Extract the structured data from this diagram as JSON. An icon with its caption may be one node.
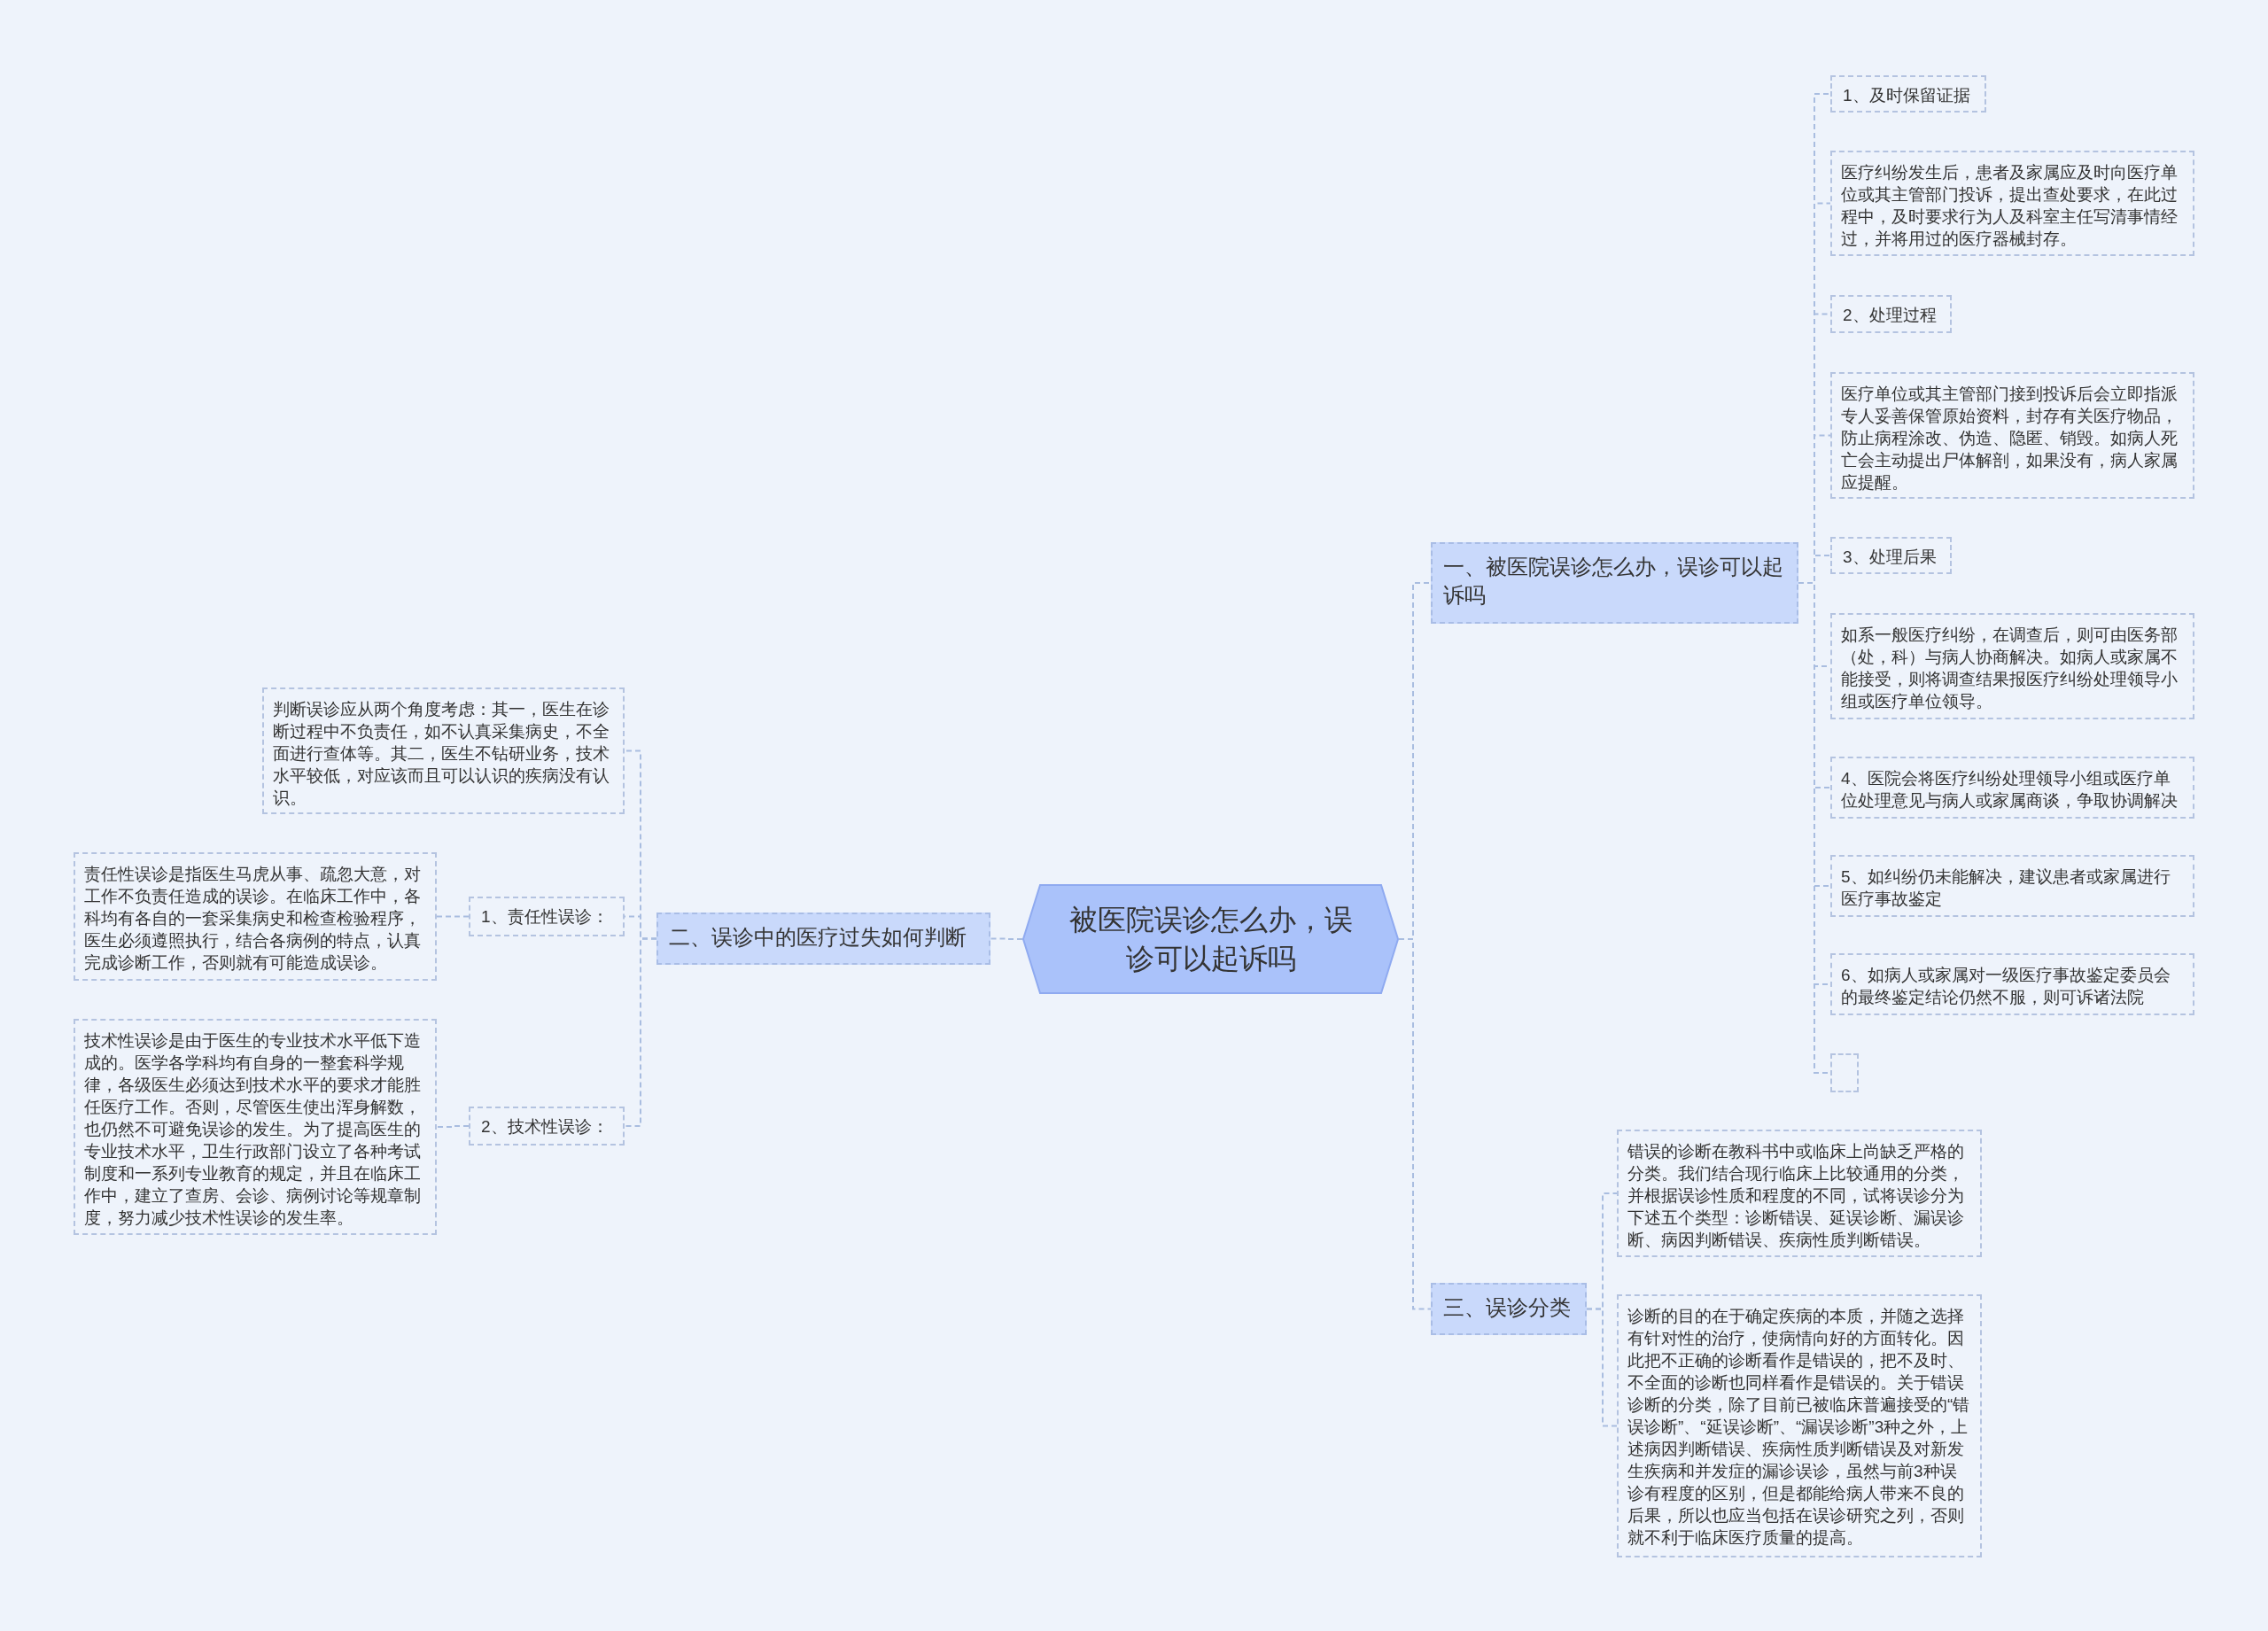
{
  "diagram": {
    "nodes": [
      {
        "text": [
          "被医院误诊怎么办，误诊可以起诉吗"
        ]
      },
      {
        "text": [
          "一、被医院误诊怎么办，误诊可以起诉吗"
        ]
      },
      {
        "text": [
          "1、及时保留证据"
        ]
      },
      {
        "text": [
          "医疗纠纷发生后，患者及家属应及时向医疗单位或其主管部门投诉，提出查处要求，在此过程中，及时要求行为人及科室主任写清事情经过，并将用过的医疗器械封存。"
        ]
      },
      {
        "text": [
          "2、处理过程"
        ]
      },
      {
        "text": [
          "医疗单位或其主管部门接到投诉后会立即指派专人妥善保管原始资料，封存有关医疗物品，防止病程涂改、伪造、隐匿、销毁。如病人死亡会主动提出尸体解剖，如果没有，病人家属应提醒。"
        ]
      },
      {
        "text": [
          "3、处理后果"
        ]
      },
      {
        "text": [
          "如系一般医疗纠纷，在调查后，则可由医务部（处，科）与病人协商解决。如病人或家属不能接受，则将调查结果报医疗纠纷处理领导小组或医疗单位领导。"
        ]
      },
      {
        "text": [
          "4、医院会将医疗纠纷处理领导小组或医疗单位处理意见与病人或家属商谈，争取协调解决"
        ]
      },
      {
        "text": [
          "5、如纠纷仍未能解决，建议患者或家属进行医疗事故鉴定"
        ]
      },
      {
        "text": [
          "6、如病人或家属对一级医疗事故鉴定委员会的最终鉴定结论仍然不服，则可诉诸法院"
        ]
      },
      {
        "text": [],
        "shape": "box"
      },
      {
        "text": [
          "二、误诊中的医疗过失如何判断"
        ]
      },
      {
        "text": [
          "判断误诊应从两个角度考虑：其一，医生在诊断过程中不负责任，如不认真采集病史，不全面进行查体等。其二，医生不钻研业务，技术水平较低，对应该而且可以认识的疾病没有认识。"
        ]
      },
      {
        "text": [
          "1、责任性误诊："
        ]
      },
      {
        "text": [
          "责任性误诊是指医生马虎从事、疏忽大意，对工作不负责任造成的误诊。在临床工作中，各科均有各自的一套采集病史和检查检验程序，医生必须遵照执行，结合各病例的特点，认真完成诊断工作，否则就有可能造成误诊。"
        ]
      },
      {
        "text": [
          "2、技术性误诊："
        ]
      },
      {
        "text": [
          "技术性误诊是由于医生的专业技术水平低下造成的。医学各学科均有自身的一整套科学规律，各级医生必须达到技术水平的要求才能胜任医疗工作。否则，尽管医生使出浑身解数，也仍然不可避免误诊的发生。为了提高医生的专业技术水平，卫生行政部门设立了各种考试制度和一系列专业教育的规定，并且在临床工作中，建立了查房、会诊、病例讨论等规章制度，努力减少技术性误诊的发生率。"
        ]
      },
      {
        "text": [
          "三、误诊分类"
        ]
      },
      {
        "text": [
          "错误的诊断在教科书中或临床上尚缺乏严格的分类。我们结合现行临床上比较通用的分类，并根据误诊性质和程度的不同，试将误诊分为下述五个类型：诊断错误、延误诊断、漏误诊断、病因判断错误、疾病性质判断错误。"
        ]
      },
      {
        "text": [
          "诊断的目的在于确定疾病的本质，并随之选择有针对性的治疗，使病情向好的方面转化。因此把不正确的诊断看作是错误的，把不及时、不全面的诊断也同样看作是错误的。关于错误诊断的分类，除了目前已被临床普遍接受的“错误诊断”、“延误诊断”、“漏误诊断”3种之外，上述病因判断错误、疾病性质判断错误及对新发生疾病和并发症的漏诊误诊，虽然与前3种误诊有程度的区别，但是都能给病人带来不良的后果，所以也应当包括在误诊研究之列，否则就不利于临床医疗质量的提高。"
        ]
      }
    ],
    "edges": [
      {
        "from": 0,
        "to": 1,
        "arrow": "none"
      },
      {
        "from": 1,
        "to": 2,
        "arrow": "none"
      },
      {
        "from": 1,
        "to": 3,
        "arrow": "none"
      },
      {
        "from": 1,
        "to": 4,
        "arrow": "none"
      },
      {
        "from": 1,
        "to": 5,
        "arrow": "none"
      },
      {
        "from": 1,
        "to": 6,
        "arrow": "none"
      },
      {
        "from": 1,
        "to": 7,
        "arrow": "none"
      },
      {
        "from": 1,
        "to": 8,
        "arrow": "none"
      },
      {
        "from": 1,
        "to": 9,
        "arrow": "none"
      },
      {
        "from": 1,
        "to": 10,
        "arrow": "none"
      },
      {
        "from": 1,
        "to": 11,
        "arrow": "none"
      },
      {
        "from": 0,
        "to": 12,
        "arrow": "none"
      },
      {
        "from": 12,
        "to": 13,
        "arrow": "none"
      },
      {
        "from": 12,
        "to": 14,
        "arrow": "none"
      },
      {
        "from": 14,
        "to": 15,
        "arrow": "none"
      },
      {
        "from": 12,
        "to": 16,
        "arrow": "none"
      },
      {
        "from": 16,
        "to": 17,
        "arrow": "none"
      },
      {
        "from": 0,
        "to": 18,
        "arrow": "none"
      },
      {
        "from": 18,
        "to": 19,
        "arrow": "none"
      },
      {
        "from": 18,
        "to": 20,
        "arrow": "none"
      }
    ]
  }
}
